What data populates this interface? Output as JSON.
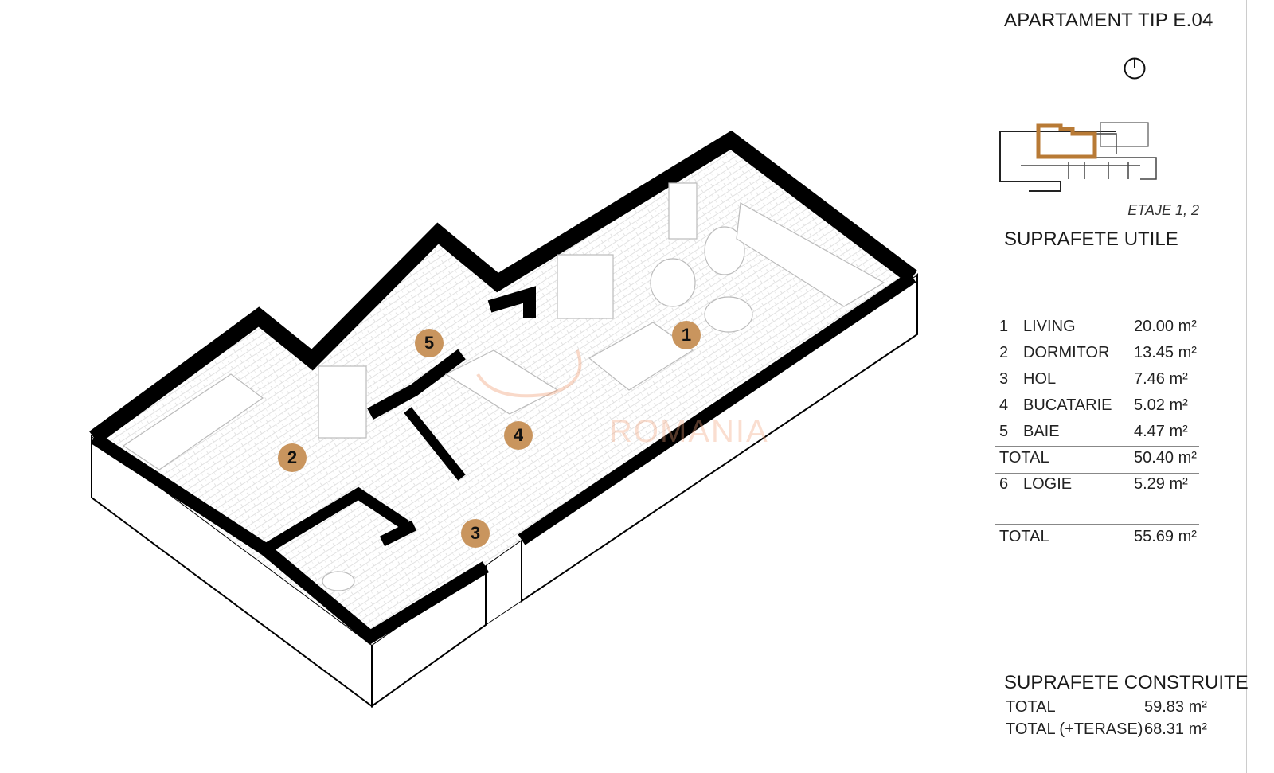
{
  "header": {
    "title": "APARTAMENT TIP E.04",
    "floors": "ETAJE 1, 2"
  },
  "colors": {
    "accent": "#c9955e",
    "wall": "#000000",
    "highlight": "#b87a35"
  },
  "icons": {
    "compass": "north-compass-icon",
    "keyplan": "building-keyplan"
  },
  "watermark": {
    "text": "ROMANIA"
  },
  "plan": {
    "badges": [
      "1",
      "2",
      "3",
      "4",
      "5"
    ]
  },
  "useful_areas": {
    "heading": "SUPRAFETE UTILE",
    "rooms": [
      {
        "num": "1",
        "name": "LIVING",
        "area": "20.00 m²"
      },
      {
        "num": "2",
        "name": "DORMITOR",
        "area": "13.45 m²"
      },
      {
        "num": "3",
        "name": "HOL",
        "area": "7.46 m²"
      },
      {
        "num": "4",
        "name": "BUCATARIE",
        "area": "5.02 m²"
      },
      {
        "num": "5",
        "name": "BAIE",
        "area": "4.47 m²"
      }
    ],
    "subtotal_label": "TOTAL",
    "subtotal_value": "50.40 m²",
    "extra": {
      "num": "6",
      "name": "LOGIE",
      "area": "5.29 m²"
    },
    "total_label": "TOTAL",
    "total_value": "55.69 m²"
  },
  "built_areas": {
    "heading": "SUPRAFETE CONSTRUITE",
    "rows": [
      {
        "label": "TOTAL",
        "value": "59.83 m²"
      },
      {
        "label": "TOTAL (+TERASE)",
        "value": "68.31 m²"
      }
    ]
  }
}
